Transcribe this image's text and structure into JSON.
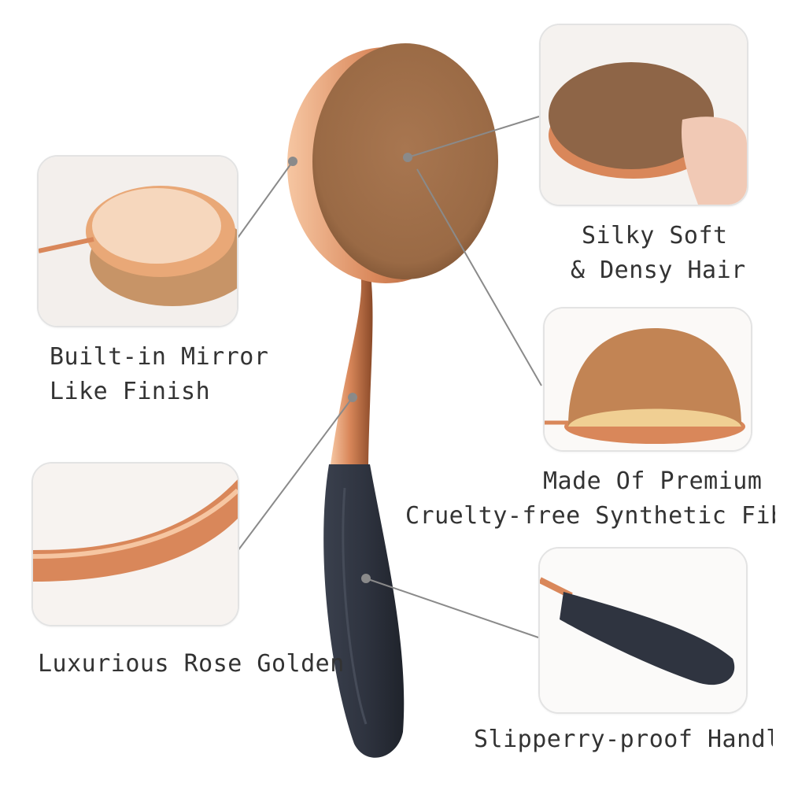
{
  "features": {
    "mirror_finish": {
      "line1": "Built-in Mirror",
      "line2": "Like Finish"
    },
    "silky_soft": {
      "line1": "Silky Soft",
      "line2": "& Densy Hair"
    },
    "premium_fiber": {
      "line1": "Made Of Premium",
      "line2": "Cruelty-free Synthetic Fiber"
    },
    "rose_golden": {
      "line1": "Luxurious Rose Golden"
    },
    "slip_proof": {
      "line1": "Slipperry-proof Handle"
    }
  },
  "colors": {
    "rose_gold": "#d9875a",
    "bristle": "#9a6a45",
    "handle": "#2f3440",
    "connector": "#8a8a8a"
  }
}
